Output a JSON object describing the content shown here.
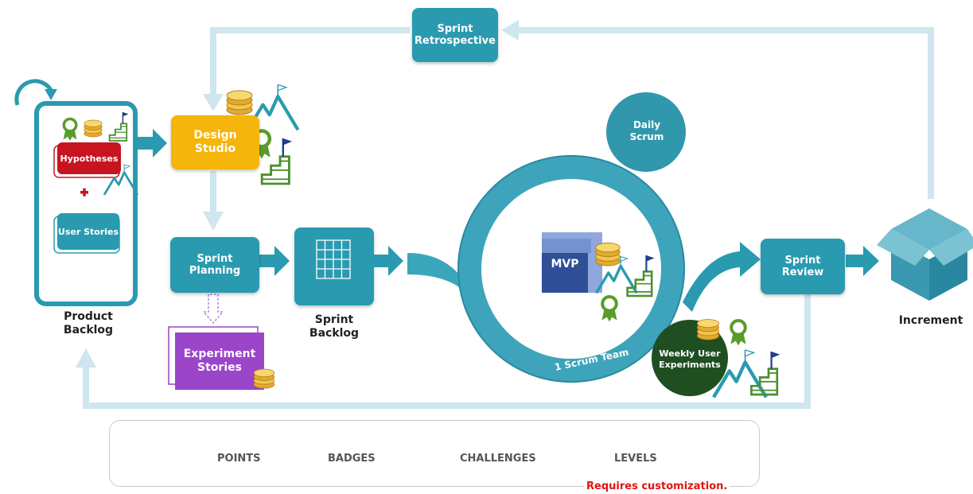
{
  "nodes": {
    "sprint_retrospective": "Sprint\nRetrospective",
    "design_studio": "Design\nStudio",
    "hypotheses": "Hypotheses",
    "user_stories": "User Stories",
    "product_backlog": "Product\nBacklog",
    "sprint_planning": "Sprint\nPlanning",
    "sprint_backlog": "Sprint\nBacklog",
    "experiment_stories": "Experiment\nStories",
    "daily_scrum": "Daily\nScrum",
    "mvp": "MVP",
    "scrum_team": "1 Scrum Team",
    "sprint_review": "Sprint\nReview",
    "weekly_user_experiments": "Weekly User\nExperiments",
    "increment": "Increment"
  },
  "legend": {
    "points": "POINTS",
    "badges": "BADGES",
    "challenges": "CHALLENGES",
    "levels": "LEVELS"
  },
  "note": "Requires customization.",
  "colors": {
    "teal": "#2a9ab0",
    "light_arrow": "#cfe6ee",
    "design_yellow": "#f5b50a",
    "hypotheses_red": "#c8141e",
    "experiment_purple": "#9b45c8",
    "dark_green": "#1f4f21",
    "points_gold": "#e3ab2c",
    "badge_green": "#5b9b2b",
    "challenge_teal": "#2a9ab0",
    "level_green": "#4c8f2e",
    "flag_navy": "#1f3f8f",
    "note_red": "#e01414"
  },
  "icons": [
    "coins-icon",
    "badge-icon",
    "mountain-flag-icon",
    "stairs-flag-icon",
    "box-icon",
    "grid-icon",
    "cycle-arrow-icon",
    "plus-icon"
  ]
}
